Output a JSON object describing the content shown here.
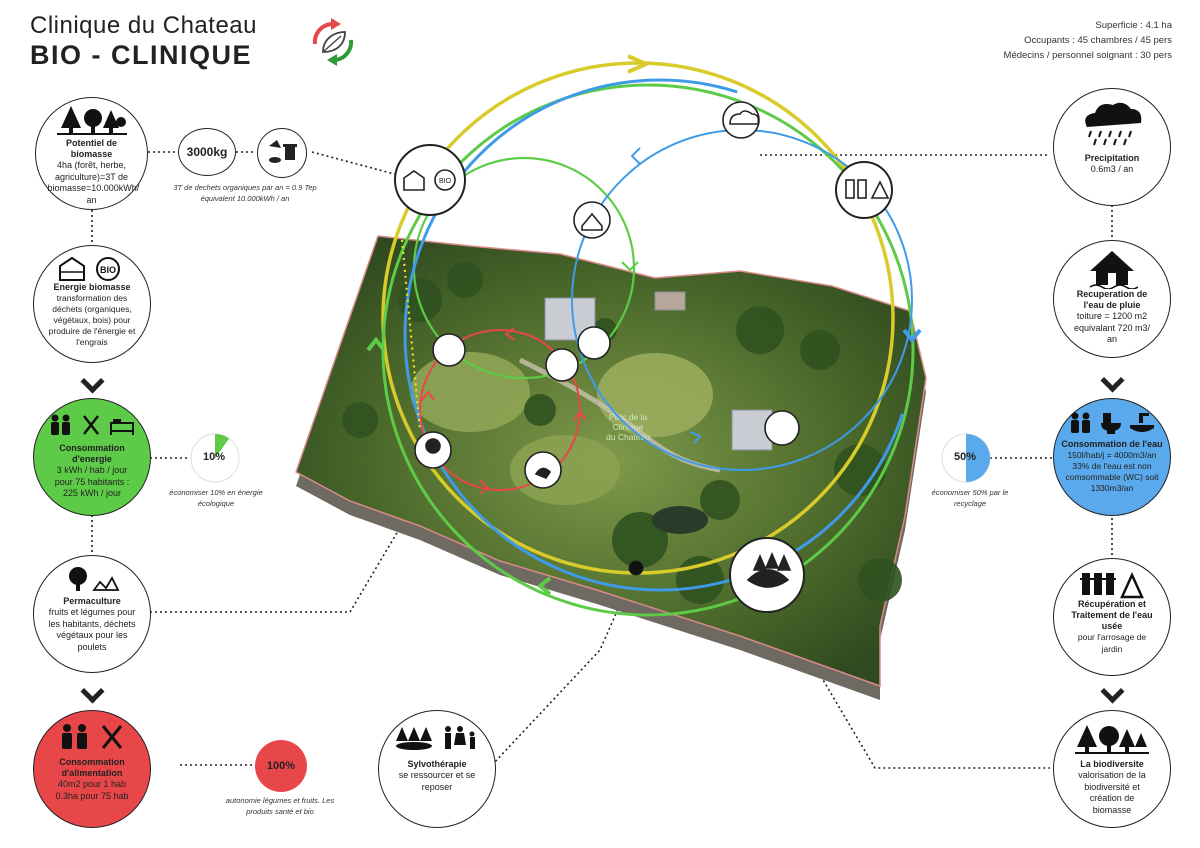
{
  "header": {
    "title": "Clinique du Chateau",
    "subtitle": "BIO - CLINIQUE"
  },
  "info": {
    "surface": "Superficie : 4.1 ha",
    "occupants": "Occupants : 45 chambres / 45 pers",
    "staff": "Médecins / personnel soignant : 30 pers"
  },
  "map": {
    "label": "Parc de la Clinique du Chateau"
  },
  "left": {
    "biomasse": {
      "title": "Potentiel de biomasse",
      "text": "4ha (forêt, herbe, agriculture)=3T de biomasse=10.000kWh/ an"
    },
    "energie_biomasse": {
      "title": "Energie biomasse",
      "text": "transformation des déchets (organiques, végétaux, bois) pour produire de l'énergie et l'engrais"
    },
    "consommation_energie": {
      "title": "Consommation d'energie",
      "text": "3 kWh / hab / jour pour 75 habitants : 225 kWh / jour",
      "color": "#5ecb48"
    },
    "permaculture": {
      "title": "Permaculture",
      "text": "fruits et légumes pour les habitants, déchets végétaux pour les poulets"
    },
    "consommation_alimentation": {
      "title": "Consommation d'alimentation",
      "text": "40m2 pour 1 hab 0.3ha pour 75 hab",
      "color": "#e8474a"
    }
  },
  "dechets": {
    "amount": "3000kg",
    "note": "3T de dechets organiques par an = 0.9 Tep équivalent 10.000kWh / an"
  },
  "energy_saving": {
    "value": "10%",
    "fraction": 0.1,
    "note": "économiser 10% en énergie écologique",
    "color": "#5ecb48"
  },
  "food_autonomy": {
    "value": "100%",
    "note": "autonomie légumes et fruits. Les produits santé et bio",
    "color": "#e8474a"
  },
  "water_saving": {
    "value": "50%",
    "fraction": 0.5,
    "note": "économiser 50% par le recyclage",
    "color": "#5aa9ec"
  },
  "right": {
    "precipitation": {
      "title": "Precipitation",
      "text": "0.6m3 / an"
    },
    "recuperation_pluie": {
      "title": "Recuperation de l'eau de pluie",
      "text": "toiture = 1200 m2 equivalant 720 m3/ an"
    },
    "consommation_eau": {
      "title": "Consommation de l'eau",
      "text": "150l/hab/j = 4000m3/an 33% de l'eau est non comsommable (WC) soit 1330m3/an",
      "color": "#5aa9ec"
    },
    "traitement": {
      "title": "Récupération et Traitement de l'eau usée",
      "text": "pour l'arrosage de jardin"
    },
    "biodiversite": {
      "title": "La biodiversite",
      "text": "valorisation de la biodiversité et création de biomasse"
    }
  },
  "bottom": {
    "sylvotherapie": {
      "title": "Sylvothérapie",
      "text": "se ressourcer et se reposer"
    }
  },
  "cycle_colors": {
    "energy": "#5ecb48",
    "food": "#e8474a",
    "water": "#3f9be8",
    "solar": "#d9cb2a"
  },
  "icons": [
    "trees-icon",
    "greenhouse-icon",
    "bio-recycle-icon",
    "people-icon",
    "cutlery-icon",
    "bed-icon",
    "tree-icon",
    "fruit-icon",
    "rain-cloud-icon",
    "house-rain-icon",
    "toilet-icon",
    "faucet-icon",
    "water-filter-icon",
    "recycle-triangle-icon",
    "forest-lake-icon",
    "family-walk-icon",
    "chicken-icon",
    "compost-icon",
    "logo-leaf-recycle-icon"
  ]
}
